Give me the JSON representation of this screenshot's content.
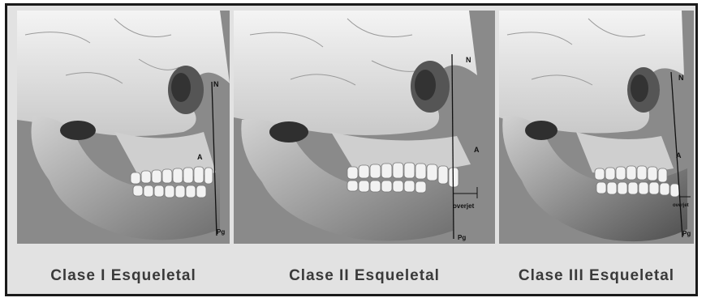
{
  "figures": [
    {
      "caption": "Clase I Esqueletal",
      "landmarks": {
        "n": "N",
        "a": "A",
        "pg": "Pg"
      }
    },
    {
      "caption": "Clase II Esqueletal",
      "landmarks": {
        "n": "N",
        "a": "A",
        "pg": "Pg"
      },
      "annotation": "overjet"
    },
    {
      "caption": "Clase III Esqueletal",
      "landmarks": {
        "n": "N",
        "a": "A",
        "pg": "Pg"
      },
      "annotation": "overjet"
    }
  ],
  "colors": {
    "bone": "#dedede",
    "shadow": "#5a5a5a",
    "background": "#8a8a8a",
    "teeth": "#f2f2f2"
  }
}
